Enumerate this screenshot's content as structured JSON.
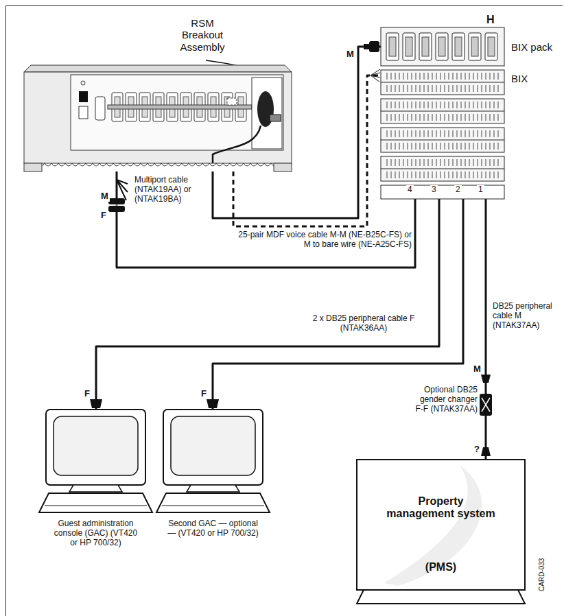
{
  "diagram": {
    "nodes": [
      {
        "text": [
          "RSM Breakout Assembly"
        ]
      },
      {
        "text": [
          "BIX pack",
          "BIX"
        ]
      },
      {
        "text": [
          "Guest administration console (GAC) (VT420 or HP 700/32)"
        ]
      },
      {
        "text": [
          "Second GAC — optional — (VT420 or HP 700/32)"
        ]
      },
      {
        "text": [
          "Property management system",
          "(PMS)"
        ]
      }
    ],
    "edges": [
      {
        "from": 0,
        "to": 1,
        "arrow": "none",
        "label": "25-pair MDF voice cable M-M (NE-B25C-FS) or M to bare wire (NE-A25C-FS)"
      },
      {
        "from": 0,
        "to": 1,
        "arrow": "none"
      },
      {
        "from": 0,
        "to": 1,
        "arrow": "none",
        "label": "Multiport cable (NTAK19AA) or (NTAK19BA)"
      },
      {
        "from": 1,
        "to": 2,
        "arrow": "none",
        "label": "2 x DB25 peripheral cable F (NTAK36AA)"
      },
      {
        "from": 1,
        "to": 3,
        "arrow": "none"
      },
      {
        "from": 1,
        "to": 4,
        "arrow": "none",
        "label": "DB25 peripheral cable M (NTAK37AA)"
      }
    ],
    "labels": [
      "H",
      "M",
      "M",
      "F",
      "4",
      "3",
      "2",
      "1",
      "F",
      "F",
      "M",
      "Optional DB25 gender changer F-F (NTAK37AA)",
      "?",
      "CARD-033"
    ]
  }
}
